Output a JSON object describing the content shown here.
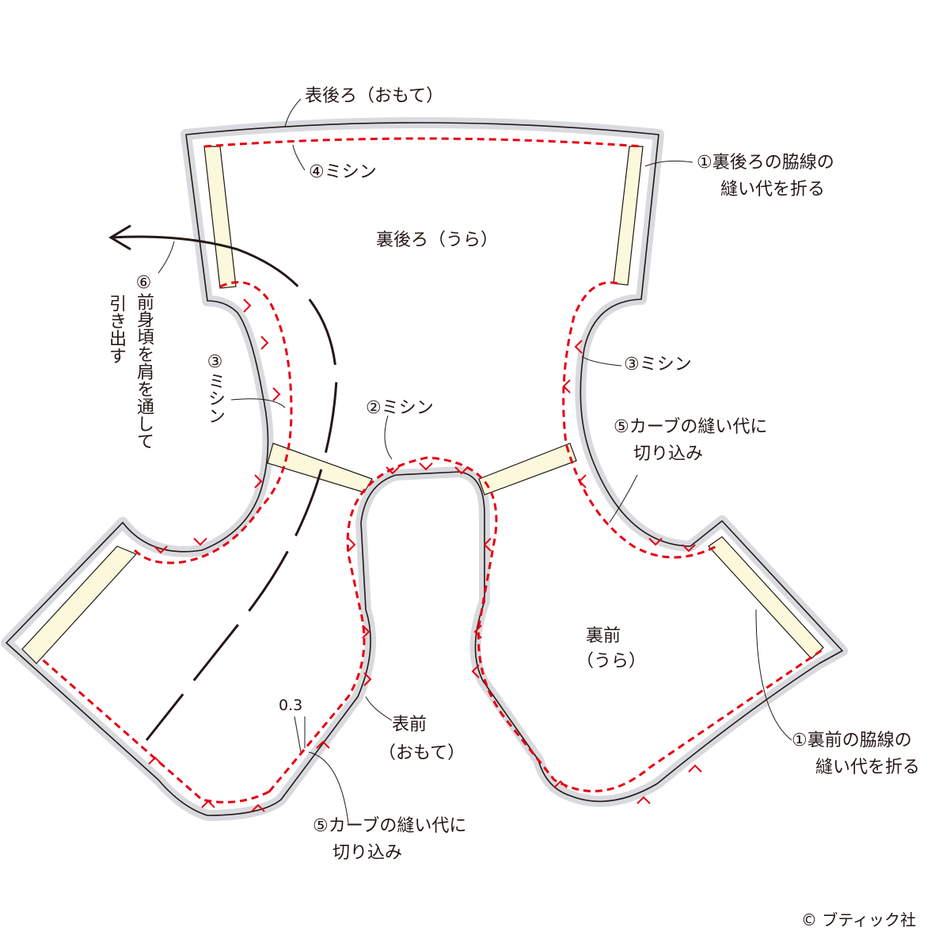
{
  "labels": {
    "back_outer": "表後ろ（おもて）",
    "stitch4": "④ミシン",
    "fold_back": [
      "①裏後ろの脇線の",
      "縫い代を折る"
    ],
    "back_inner": "裏後ろ（うら）",
    "pull_out": [
      "⑥前身頃を肩を通して",
      "引き出す"
    ],
    "stitch3_left": "③ミシン",
    "stitch3_right": "③ミシン",
    "stitch2": "②ミシン",
    "clip_right": [
      "⑤カーブの縫い代に",
      "切り込み"
    ],
    "front_inner": [
      "裏前",
      "（うら）"
    ],
    "front_outer": [
      "表前",
      "（おもて）"
    ],
    "seam_allowance": "0.3",
    "fold_front": [
      "①裏前の脇線の",
      "縫い代を折る"
    ],
    "clip_left": [
      "⑤カーブの縫い代に",
      "切り込み"
    ],
    "copyright": "© ブティック社"
  },
  "colors": {
    "stitch": "#e60012",
    "interfacing": "#fbf8dc",
    "band": "#d9dade",
    "line": "#231815"
  }
}
